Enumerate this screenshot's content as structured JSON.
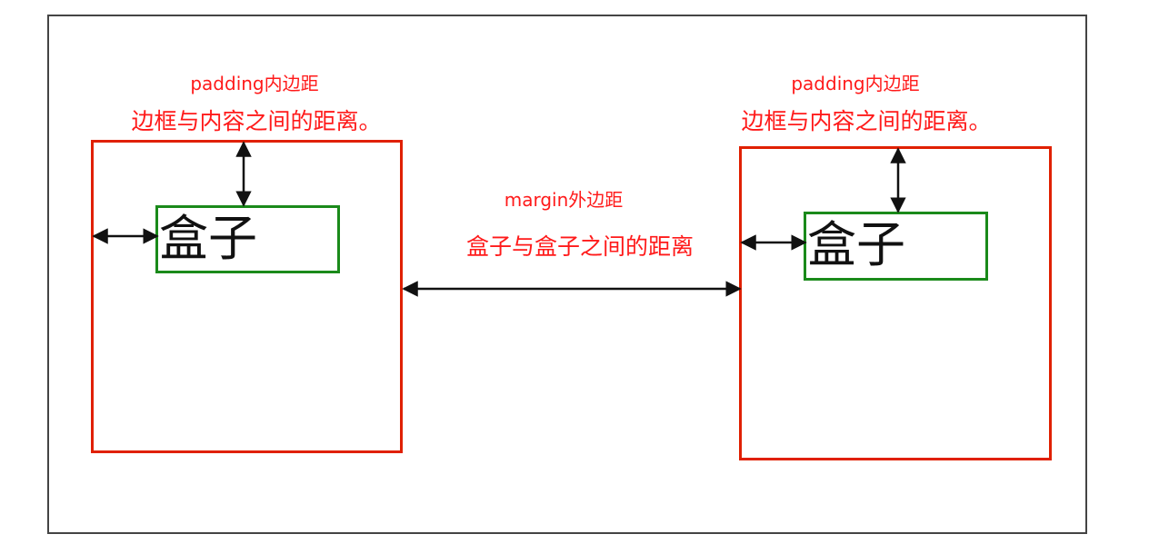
{
  "colors": {
    "label_text": "#ff1a1a",
    "outer_border": "#e02000",
    "inner_border": "#1a8a1a",
    "arrow": "#111111",
    "frame_border": "#444444"
  },
  "left": {
    "padding_title": "padding内边距",
    "padding_desc": "边框与内容之间的距离。",
    "box_text": "盒子"
  },
  "right": {
    "padding_title": "padding内边距",
    "padding_desc": "边框与内容之间的距离。",
    "box_text": "盒子"
  },
  "middle": {
    "margin_title": "margin外边距",
    "margin_desc": "盒子与盒子之间的距离"
  }
}
